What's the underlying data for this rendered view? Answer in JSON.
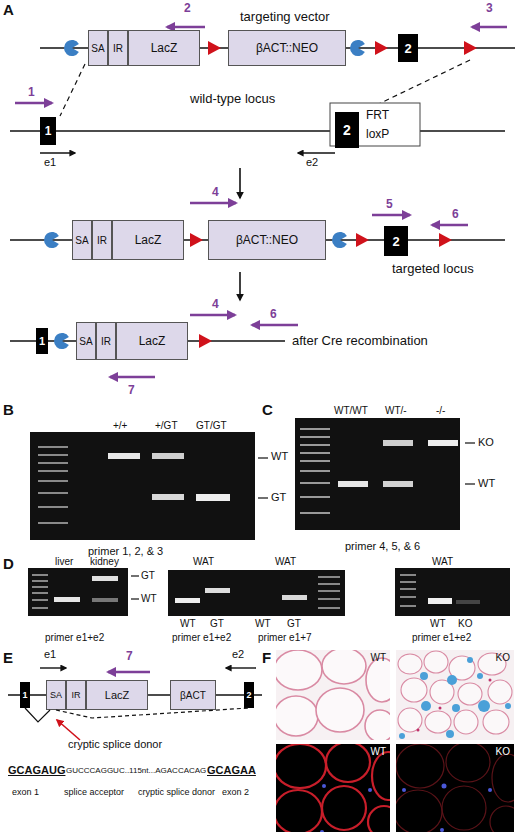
{
  "diagram": {
    "nodes": [
      {
        "text": [
          "SA"
        ]
      },
      {
        "text": [
          "IR"
        ]
      },
      {
        "text": [
          "LacZ"
        ]
      },
      {
        "text": [
          "βACT::NEO"
        ]
      },
      {
        "text": [
          "2"
        ]
      },
      {
        "text": [
          "1"
        ]
      },
      {
        "text": [
          "2"
        ]
      },
      {
        "text": [
          "SA"
        ]
      },
      {
        "text": [
          "IR"
        ]
      },
      {
        "text": [
          "LacZ"
        ]
      },
      {
        "text": [
          "βACT::NEO"
        ]
      },
      {
        "text": [
          "2"
        ]
      },
      {
        "text": [
          "1"
        ]
      },
      {
        "text": [
          "SA"
        ]
      },
      {
        "text": [
          "IR"
        ]
      },
      {
        "text": [
          "LacZ"
        ]
      },
      {
        "text": [
          "1"
        ]
      },
      {
        "text": [
          "SA"
        ]
      },
      {
        "text": [
          "IR"
        ]
      },
      {
        "text": [
          "LacZ"
        ]
      },
      {
        "text": [
          "βACT"
        ]
      },
      {
        "text": [
          "2"
        ]
      },
      {
        "text": [
          "WT"
        ]
      },
      {
        "text": [
          "KO"
        ]
      },
      {
        "text": [
          "WT"
        ]
      },
      {
        "text": [
          "KO"
        ]
      }
    ],
    "edges": [
      {
        "from": 16,
        "to": 17,
        "arrow": "none"
      },
      {
        "from": 17,
        "to": 21,
        "arrow": "none"
      }
    ],
    "labels": [
      "A",
      "2",
      "targeting vector",
      "3",
      "1",
      "wild-type locus",
      "e1",
      "e2",
      "4",
      "5",
      "6",
      "targeted locus",
      "4",
      "6",
      "after Cre recombination",
      "7",
      "B",
      "+/+",
      "+/GT",
      "GT/GT",
      "WT",
      "GT",
      "primer 1, 2, & 3",
      "C",
      "WT/WT",
      "WT/-",
      "-/-",
      "KO",
      "WT",
      "primer 4, 5, & 6",
      "D",
      "liver",
      "kidney",
      "GT",
      "WT",
      "primer e1+e2",
      "WAT",
      "WAT",
      "WT",
      "GT",
      "WT",
      "GT",
      "primer e1+e2",
      "primer e1+7",
      "WAT",
      "WT",
      "KO",
      "primer e1+e2",
      "E",
      "e1",
      "e2",
      "7",
      "cryptic splice donor",
      "GCAGAUG",
      "GUCCCAGGUC..115nt...AGACCACAG",
      "GCAGAA",
      "exon 1",
      "splice acceptor",
      "cryptic splice donor",
      "exon 2",
      "F"
    ],
    "legend": [
      {
        "text": "FRT"
      },
      {
        "text": "loxP"
      }
    ]
  }
}
